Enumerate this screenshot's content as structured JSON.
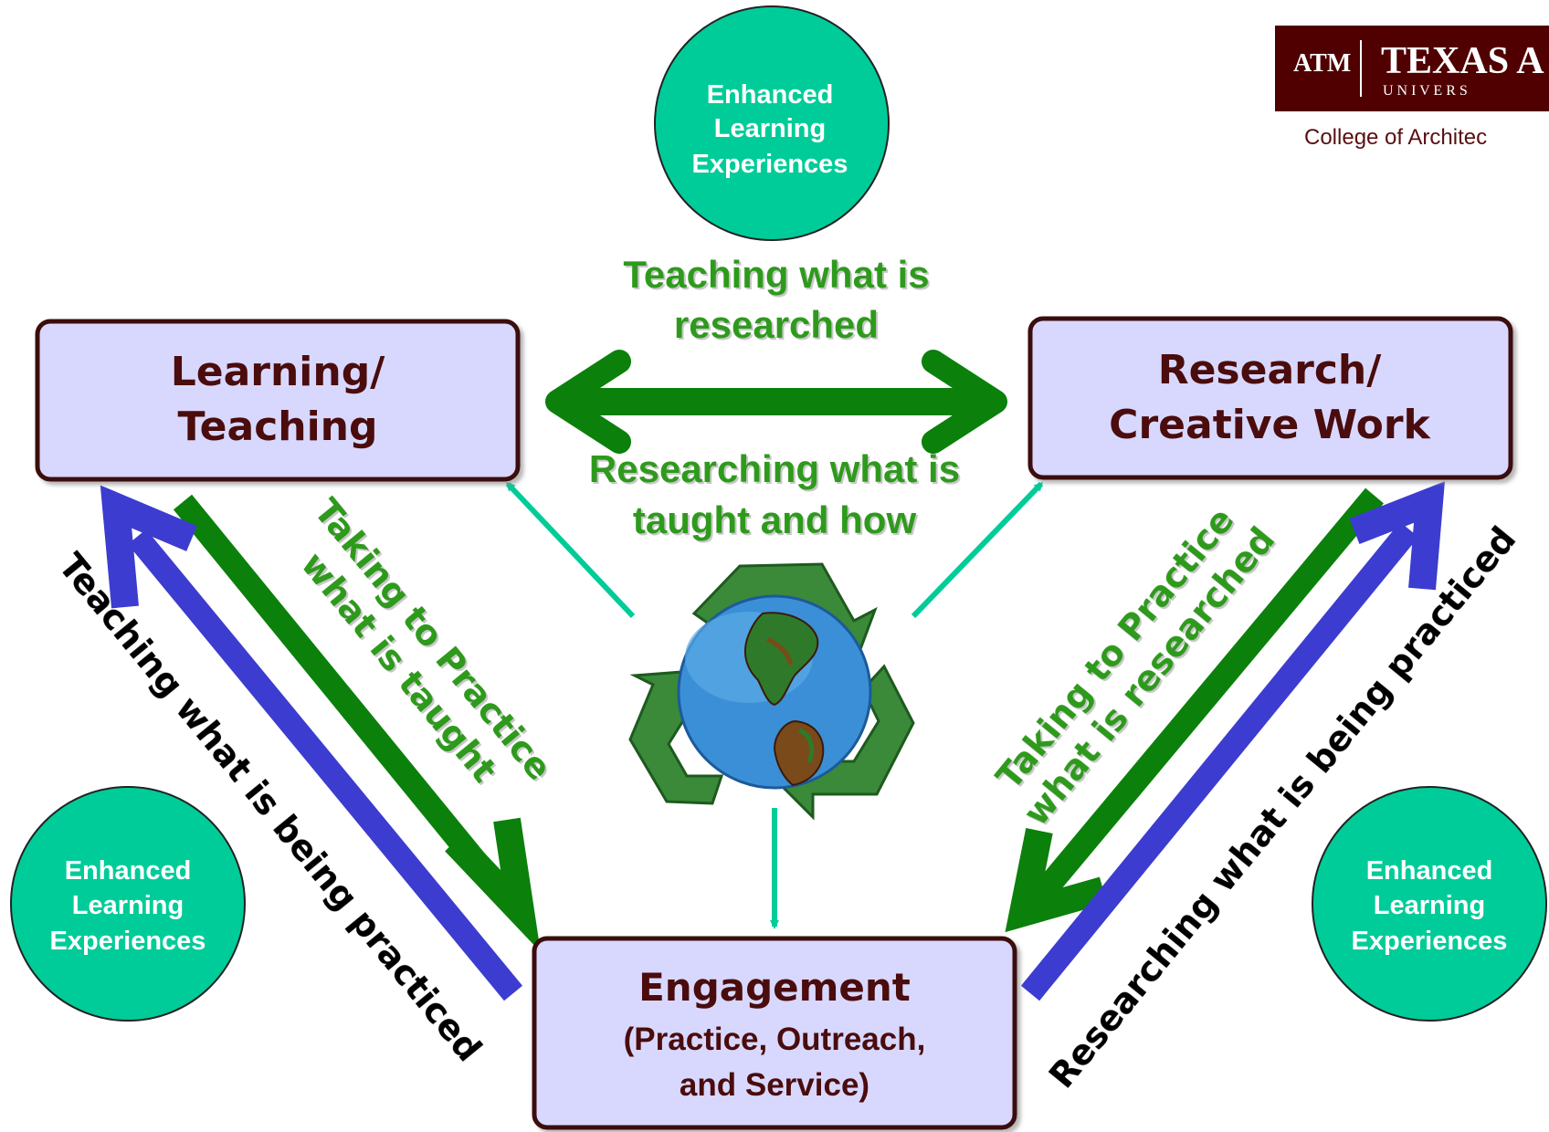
{
  "logo": {
    "monogram": "ATM",
    "name": "TEXAS A",
    "sub": "U N I V E R S",
    "college": "College of Architec",
    "colors": {
      "maroon": "#500000"
    }
  },
  "nodes": {
    "learning": {
      "line1": "Learning/",
      "line2": "Teaching"
    },
    "research": {
      "line1": "Research/",
      "line2": "Creative Work"
    },
    "engagement": {
      "line1": "Engagement",
      "line2": "(Practice, Outreach,",
      "line3": "and Service)"
    }
  },
  "circles": {
    "top": {
      "line1": "Enhanced",
      "line2": "Learning",
      "line3": "Experiences"
    },
    "left": {
      "line1": "Enhanced",
      "line2": "Learning",
      "line3": "Experiences"
    },
    "right": {
      "line1": "Enhanced",
      "line2": "Learning",
      "line3": "Experiences"
    }
  },
  "labels": {
    "top_above": {
      "line1": "Teaching what is",
      "line2": "researched"
    },
    "top_below": {
      "line1": "Researching what is",
      "line2": "taught and how"
    },
    "left_green": {
      "line1": "Taking to Practice",
      "line2": "what is taught"
    },
    "left_black": "Teaching what is being practiced",
    "right_green": {
      "line1": "Taking to Practice",
      "line2": "what is researched"
    },
    "right_black": "Researching what is being practiced"
  },
  "colors": {
    "box_fill": "#d8d8ff",
    "box_border": "#3a0808",
    "green_arrow": "#0b800b",
    "blue_arrow": "#3c3cd0",
    "teal": "#00cc99",
    "green_text": "#2e9a1a"
  },
  "icons": {
    "center": "globe-recycle-icon"
  }
}
